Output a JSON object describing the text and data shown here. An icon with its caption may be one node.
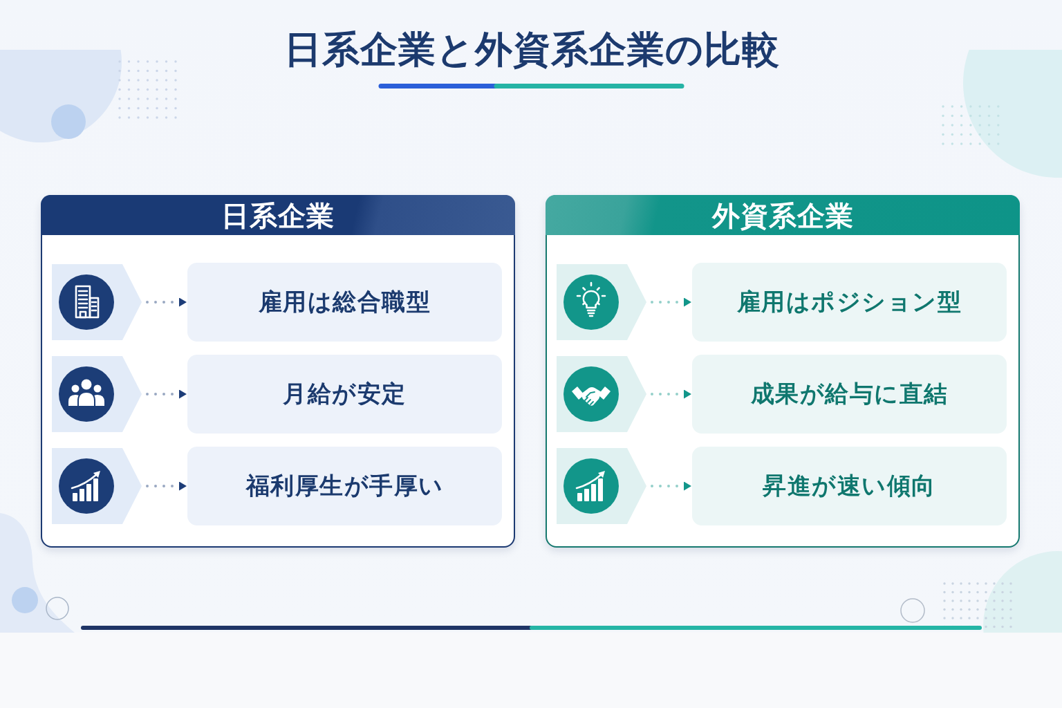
{
  "diagram": {
    "title": "日系企業と外資系企業の比較",
    "nodes": [
      {
        "text": [
          "日系企業"
        ]
      },
      {
        "text": [],
        "shape": "picture",
        "in": 0
      },
      {
        "text": [
          "雇用は総合職型"
        ],
        "in": 0
      },
      {
        "text": [],
        "shape": "picture",
        "in": 0
      },
      {
        "text": [
          "月給が安定"
        ],
        "in": 0
      },
      {
        "text": [],
        "shape": "picture",
        "in": 0
      },
      {
        "text": [
          "福利厚生が手厚い"
        ],
        "in": 0
      },
      {
        "text": [
          "外資系企業"
        ]
      },
      {
        "text": [],
        "shape": "picture",
        "in": 7
      },
      {
        "text": [
          "雇用はポジション型"
        ],
        "in": 7
      },
      {
        "text": [],
        "shape": "picture",
        "in": 7
      },
      {
        "text": [
          "成果が給与に直結"
        ],
        "in": 7
      },
      {
        "text": [],
        "shape": "picture",
        "in": 7
      },
      {
        "text": [
          "昇進が速い傾向"
        ],
        "in": 7
      }
    ],
    "edges": [
      {
        "from": 1,
        "to": 2,
        "arrow": "to",
        "style": "dashed",
        "color": "#1d3d78"
      },
      {
        "from": 3,
        "to": 4,
        "arrow": "to",
        "style": "dashed",
        "color": "#1d3d78"
      },
      {
        "from": 5,
        "to": 6,
        "arrow": "to",
        "style": "dashed",
        "color": "#1d3d78"
      },
      {
        "from": 8,
        "to": 9,
        "arrow": "to",
        "style": "dashed",
        "color": "#12968a"
      },
      {
        "from": 10,
        "to": 11,
        "arrow": "to",
        "style": "dashed",
        "color": "#12968a"
      },
      {
        "from": 12,
        "to": 13,
        "arrow": "to",
        "style": "dashed",
        "color": "#12968a"
      }
    ]
  }
}
